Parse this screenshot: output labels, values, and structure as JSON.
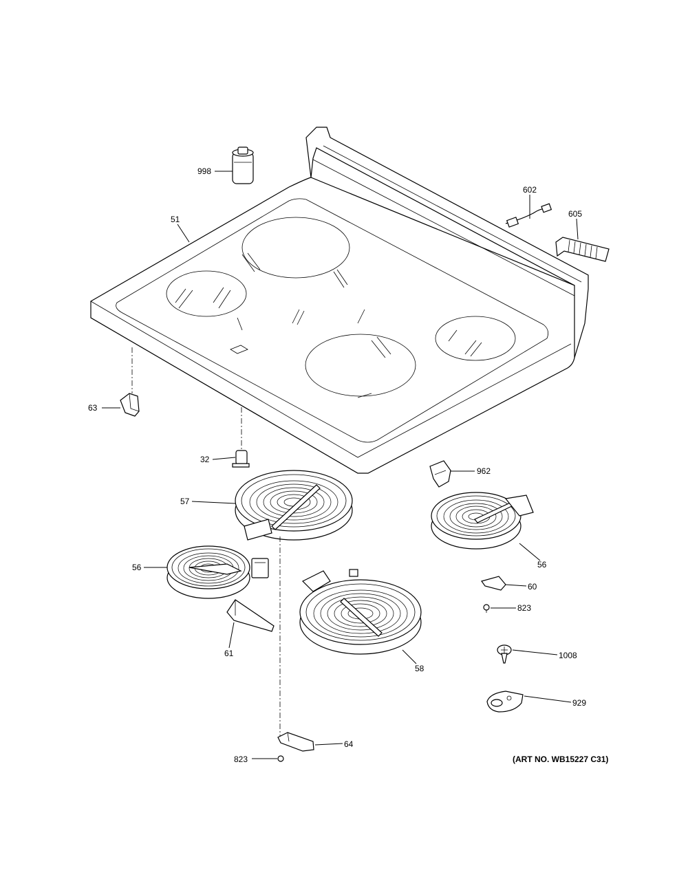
{
  "diagram": {
    "art_number": "(ART NO. WB15227 C31)",
    "callouts": [
      {
        "id": "c998",
        "text": "998"
      },
      {
        "id": "c602",
        "text": "602"
      },
      {
        "id": "c605",
        "text": "605"
      },
      {
        "id": "c51",
        "text": "51"
      },
      {
        "id": "c63",
        "text": "63"
      },
      {
        "id": "c32",
        "text": "32"
      },
      {
        "id": "c962",
        "text": "962"
      },
      {
        "id": "c57",
        "text": "57"
      },
      {
        "id": "c56a",
        "text": "56"
      },
      {
        "id": "c56b",
        "text": "56"
      },
      {
        "id": "c60",
        "text": "60"
      },
      {
        "id": "c823a",
        "text": "823"
      },
      {
        "id": "c61",
        "text": "61"
      },
      {
        "id": "c58",
        "text": "58"
      },
      {
        "id": "c1008",
        "text": "1008"
      },
      {
        "id": "c929",
        "text": "929"
      },
      {
        "id": "c64",
        "text": "64"
      },
      {
        "id": "c823b",
        "text": "823"
      }
    ]
  }
}
